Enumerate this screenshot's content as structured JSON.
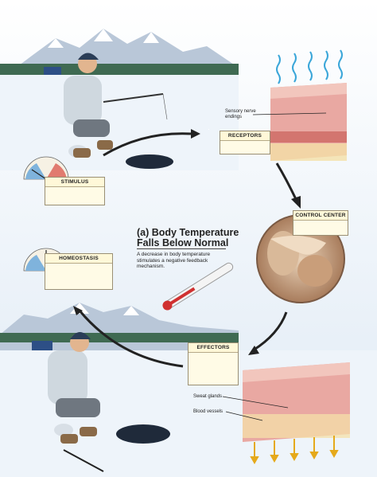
{
  "labels": {
    "stimulus": "STIMULUS",
    "receptors": "RECEPTORS",
    "control_center": "CONTROL CENTER",
    "homeostasis": "HOMEOSTASIS",
    "effectors": "EFFECTORS"
  },
  "heading": {
    "title": "(a) Body Temperature Falls Below Normal",
    "description": "A decrease in body temperature stimulates a negative feedback mechanism."
  },
  "callouts": {
    "sensory_nerve_endings": "Sensory nerve endings",
    "sweat_glands": "Sweat glands",
    "blood_vessels": "Blood vessels"
  },
  "colors": {
    "sky": "#e3eef7",
    "ice": "#edf3f9",
    "skin": "#e8a5a0",
    "arrow": "#222222"
  }
}
